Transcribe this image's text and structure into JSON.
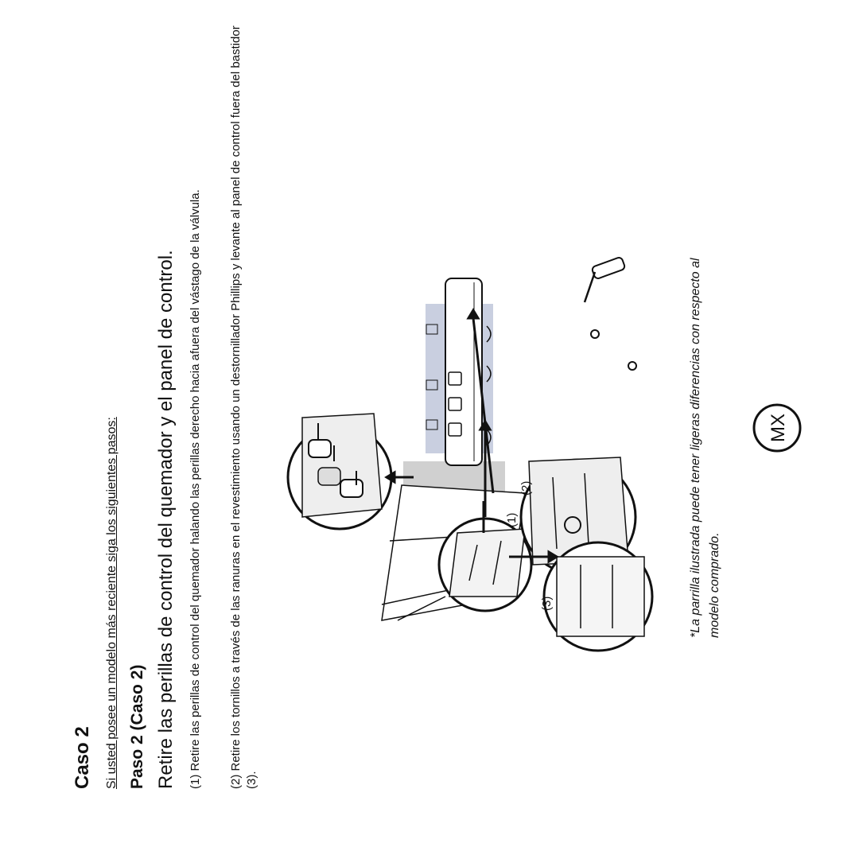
{
  "heading": "Caso 2",
  "intro": "Si usted posee un modelo más reciente siga los siguientes pasos:",
  "step_heading": "Paso 2 (Caso 2)",
  "step_title": "Retire las perillas de control del quemador y el panel de control.",
  "instructions": [
    "(1) Retire las perillas de control del quemador halando las perillas derecho hacia afuera del vástago de la válvula.",
    "(2) Retire los tornillos a través de las ranuras en el revestimiento usando un destornillador Phillips y levante al panel de control fuera del bastidor (3)."
  ],
  "figure": {
    "label_1": "(1)",
    "label_2": "(2)",
    "label_3": "(3)"
  },
  "note": "*La parrilla ilustrada puede tener ligeras diferencias con respecto al modelo comprado.",
  "region_badge": "MX"
}
